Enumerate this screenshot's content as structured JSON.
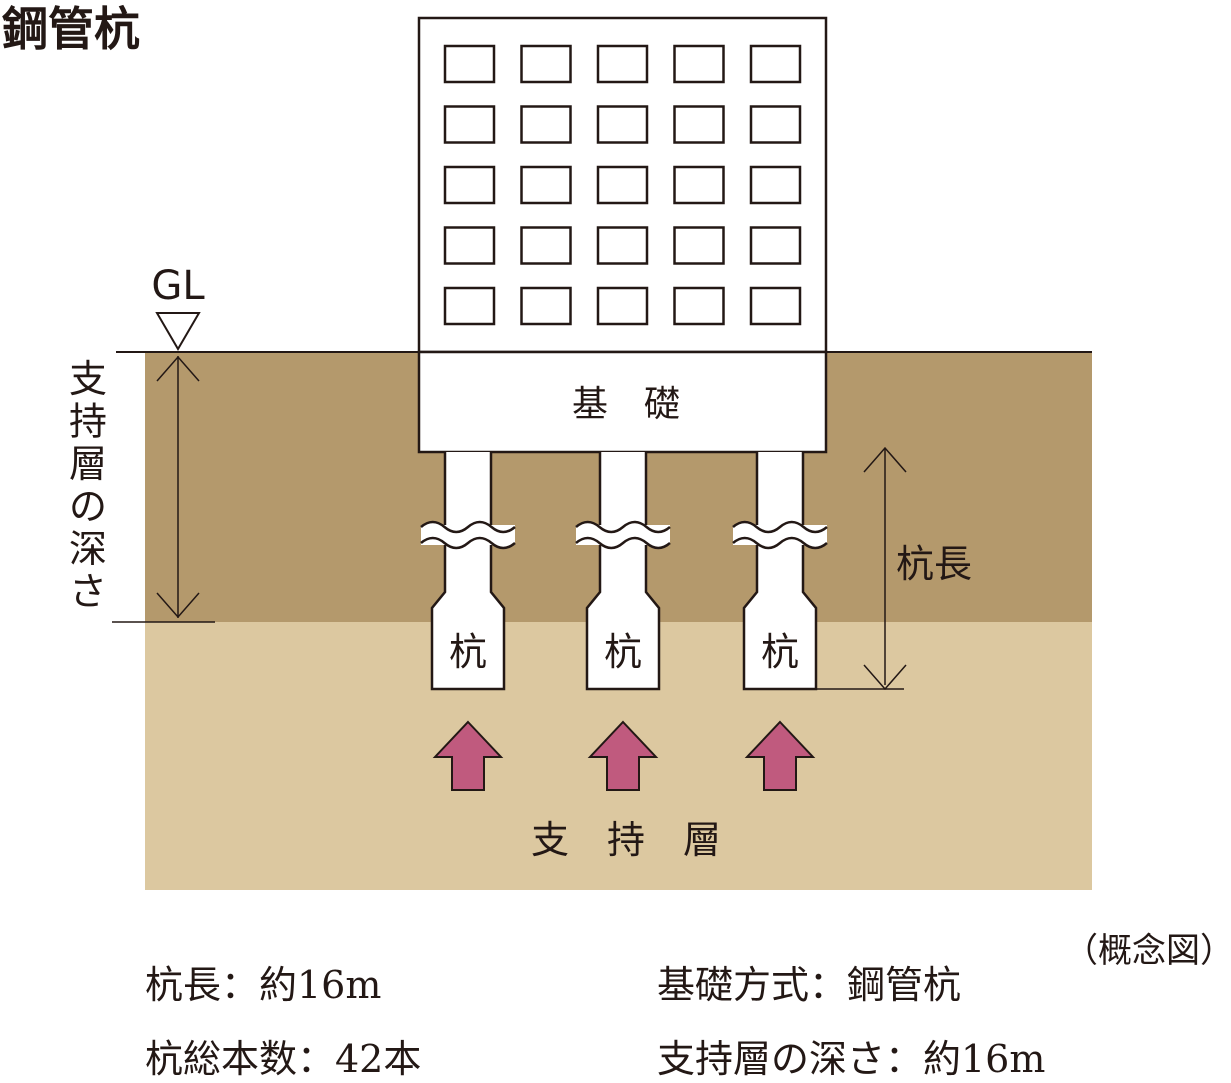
{
  "title": "鋼管杭",
  "gl_label": "GL",
  "foundation_label": "基　礎",
  "pile_label": "杭",
  "pile_length_label": "杭長",
  "depth_label": "支持層の深さ",
  "bearing_layer_label": "支　持　層",
  "note": "（概念図）",
  "specs": {
    "pile_length": "杭長：約16m",
    "pile_count": "杭総本数：42本",
    "foundation_type": "基礎方式：鋼管杭",
    "layer_depth": "支持層の深さ：約16m"
  },
  "colors": {
    "upper_soil": "#b4996c",
    "bearing_soil": "#dcc8a0",
    "arrow": "#c05a7e",
    "line": "#231815",
    "building": "#ffffff"
  },
  "building_windows": {
    "rows": 5,
    "cols": 5
  },
  "pile_count_shown": 3
}
